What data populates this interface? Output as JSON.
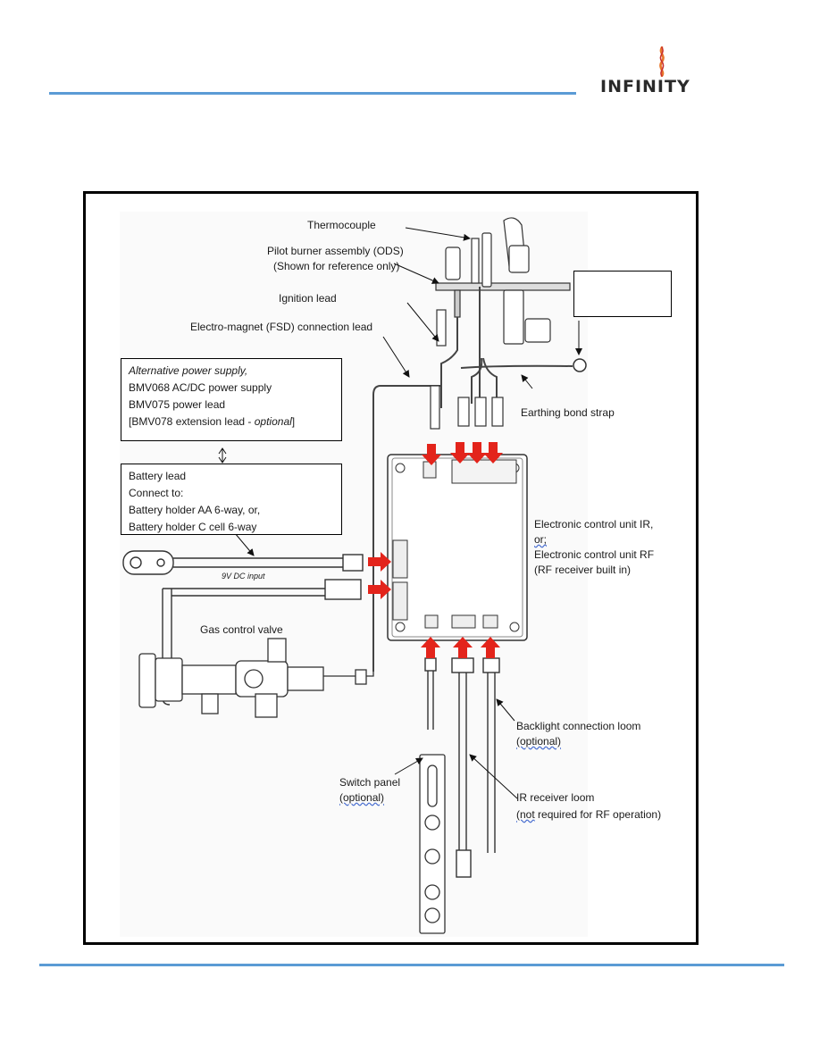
{
  "brand": {
    "name": "INFINITY"
  },
  "colors": {
    "rule": "#5b9bd5",
    "arrow_red": "#e3241b",
    "flame_orange": "#e8762a"
  },
  "diagram": {
    "labels": {
      "thermocouple": "Thermocouple",
      "pilot_line1": "Pilot burner assembly (ODS)",
      "pilot_line2": "(Shown for reference only)",
      "ignition_lead": "Ignition lead",
      "electro_magnet": "Electro-magnet (FSD) connection lead",
      "earthing": "Earthing bond strap",
      "ecu_line1": "Electronic control unit IR,",
      "ecu_line2": "or;",
      "ecu_line3": "Electronic control unit RF",
      "ecu_line4": "(RF receiver built in)",
      "dc_input": "9V DC input",
      "gas_valve": "Gas control valve",
      "backlight_line1": "Backlight connection loom",
      "backlight_line2": "(optional)",
      "switch_line1": "Switch panel",
      "switch_line2": "(optional)",
      "ir_line1": "IR receiver loom",
      "ir_line2_a": "(not",
      "ir_line2_b": " required for RF operation)"
    },
    "alt_power": {
      "line1": "Alternative power supply,",
      "line2": "BMV068 AC/DC power supply",
      "line3": "BMV075 power lead",
      "line4_a": "[BMV078 extension lead - ",
      "line4_b": "optional",
      "line4_c": "]"
    },
    "battery": {
      "line1": "Battery lead",
      "line2": "Connect to:",
      "line3": "Battery holder AA 6-way, or,",
      "line4": "Battery holder C cell 6-way"
    }
  }
}
